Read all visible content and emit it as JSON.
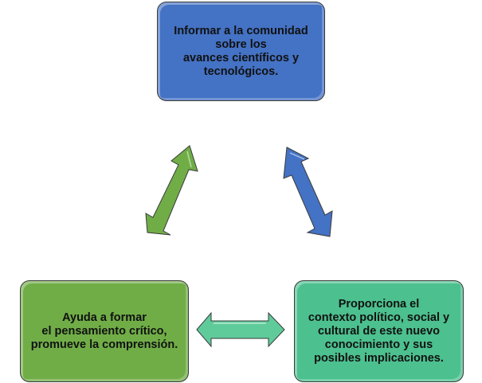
{
  "colors": {
    "top_box": "#4472c4",
    "left_box": "#70ad47",
    "right_box": "#4cc08e",
    "arrow_left": "#70ad47",
    "arrow_right": "#4472c4",
    "arrow_bottom": "#5fcb9b",
    "border": "#3a3a3a"
  },
  "nodes": {
    "top": {
      "text": "Informar a la comunidad\nsobre los\navances científicos y\ntecnológicos."
    },
    "left": {
      "text": "Ayuda a formar\nel pensamiento crítico,\npromueve la comprensión."
    },
    "right": {
      "text": "Proporciona el\ncontexto político, social y\ncultural de este nuevo\nconocimiento y sus\nposibles implicaciones."
    }
  },
  "edges": [
    {
      "from": "top",
      "to": "left",
      "type": "double-arrow"
    },
    {
      "from": "top",
      "to": "right",
      "type": "double-arrow"
    },
    {
      "from": "left",
      "to": "right",
      "type": "double-arrow"
    }
  ]
}
